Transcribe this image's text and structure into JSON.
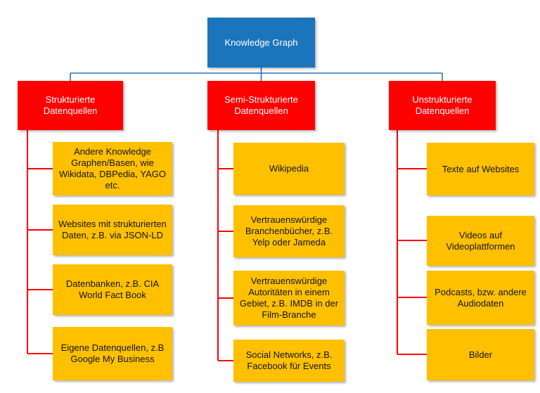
{
  "diagram": {
    "root": {
      "label": "Knowledge Graph"
    },
    "branches": [
      {
        "title": "Strukturierte Datenquellen",
        "children": [
          "Andere Knowledge Graphen/Basen, wie Wikidata, DBPedia, YAGO etc.",
          "Websites mit strukturierten Daten, z.B. via JSON-LD",
          "Datenbanken, z.B. CIA World Fact Book",
          "Eigene Datenquellen, z.B Google My Business"
        ]
      },
      {
        "title": "Semi-Strukturierte Datenquellen",
        "children": [
          "Wikipedia",
          "Vertrauenswürdige Branchenbücher, z.B. Yelp oder Jameda",
          "Vertrauenswürdige Autoritäten in einem Gebiet, z.B. IMDB in der Film-Branche",
          "Social Networks, z.B. Facebook für Events"
        ]
      },
      {
        "title": "Unstrukturierte Datenquellen",
        "children": [
          "Texte auf Websites",
          "Videos auf Videoplattformen",
          "Podcasts, bzw. andere Audiodaten",
          "Bilder"
        ]
      }
    ]
  },
  "colors": {
    "root_fill": "#1b75bc",
    "branch_fill": "#ff0000",
    "leaf_fill": "#ffc000",
    "connector_blue": "#2a73b8",
    "connector_red": "#ff0000"
  }
}
